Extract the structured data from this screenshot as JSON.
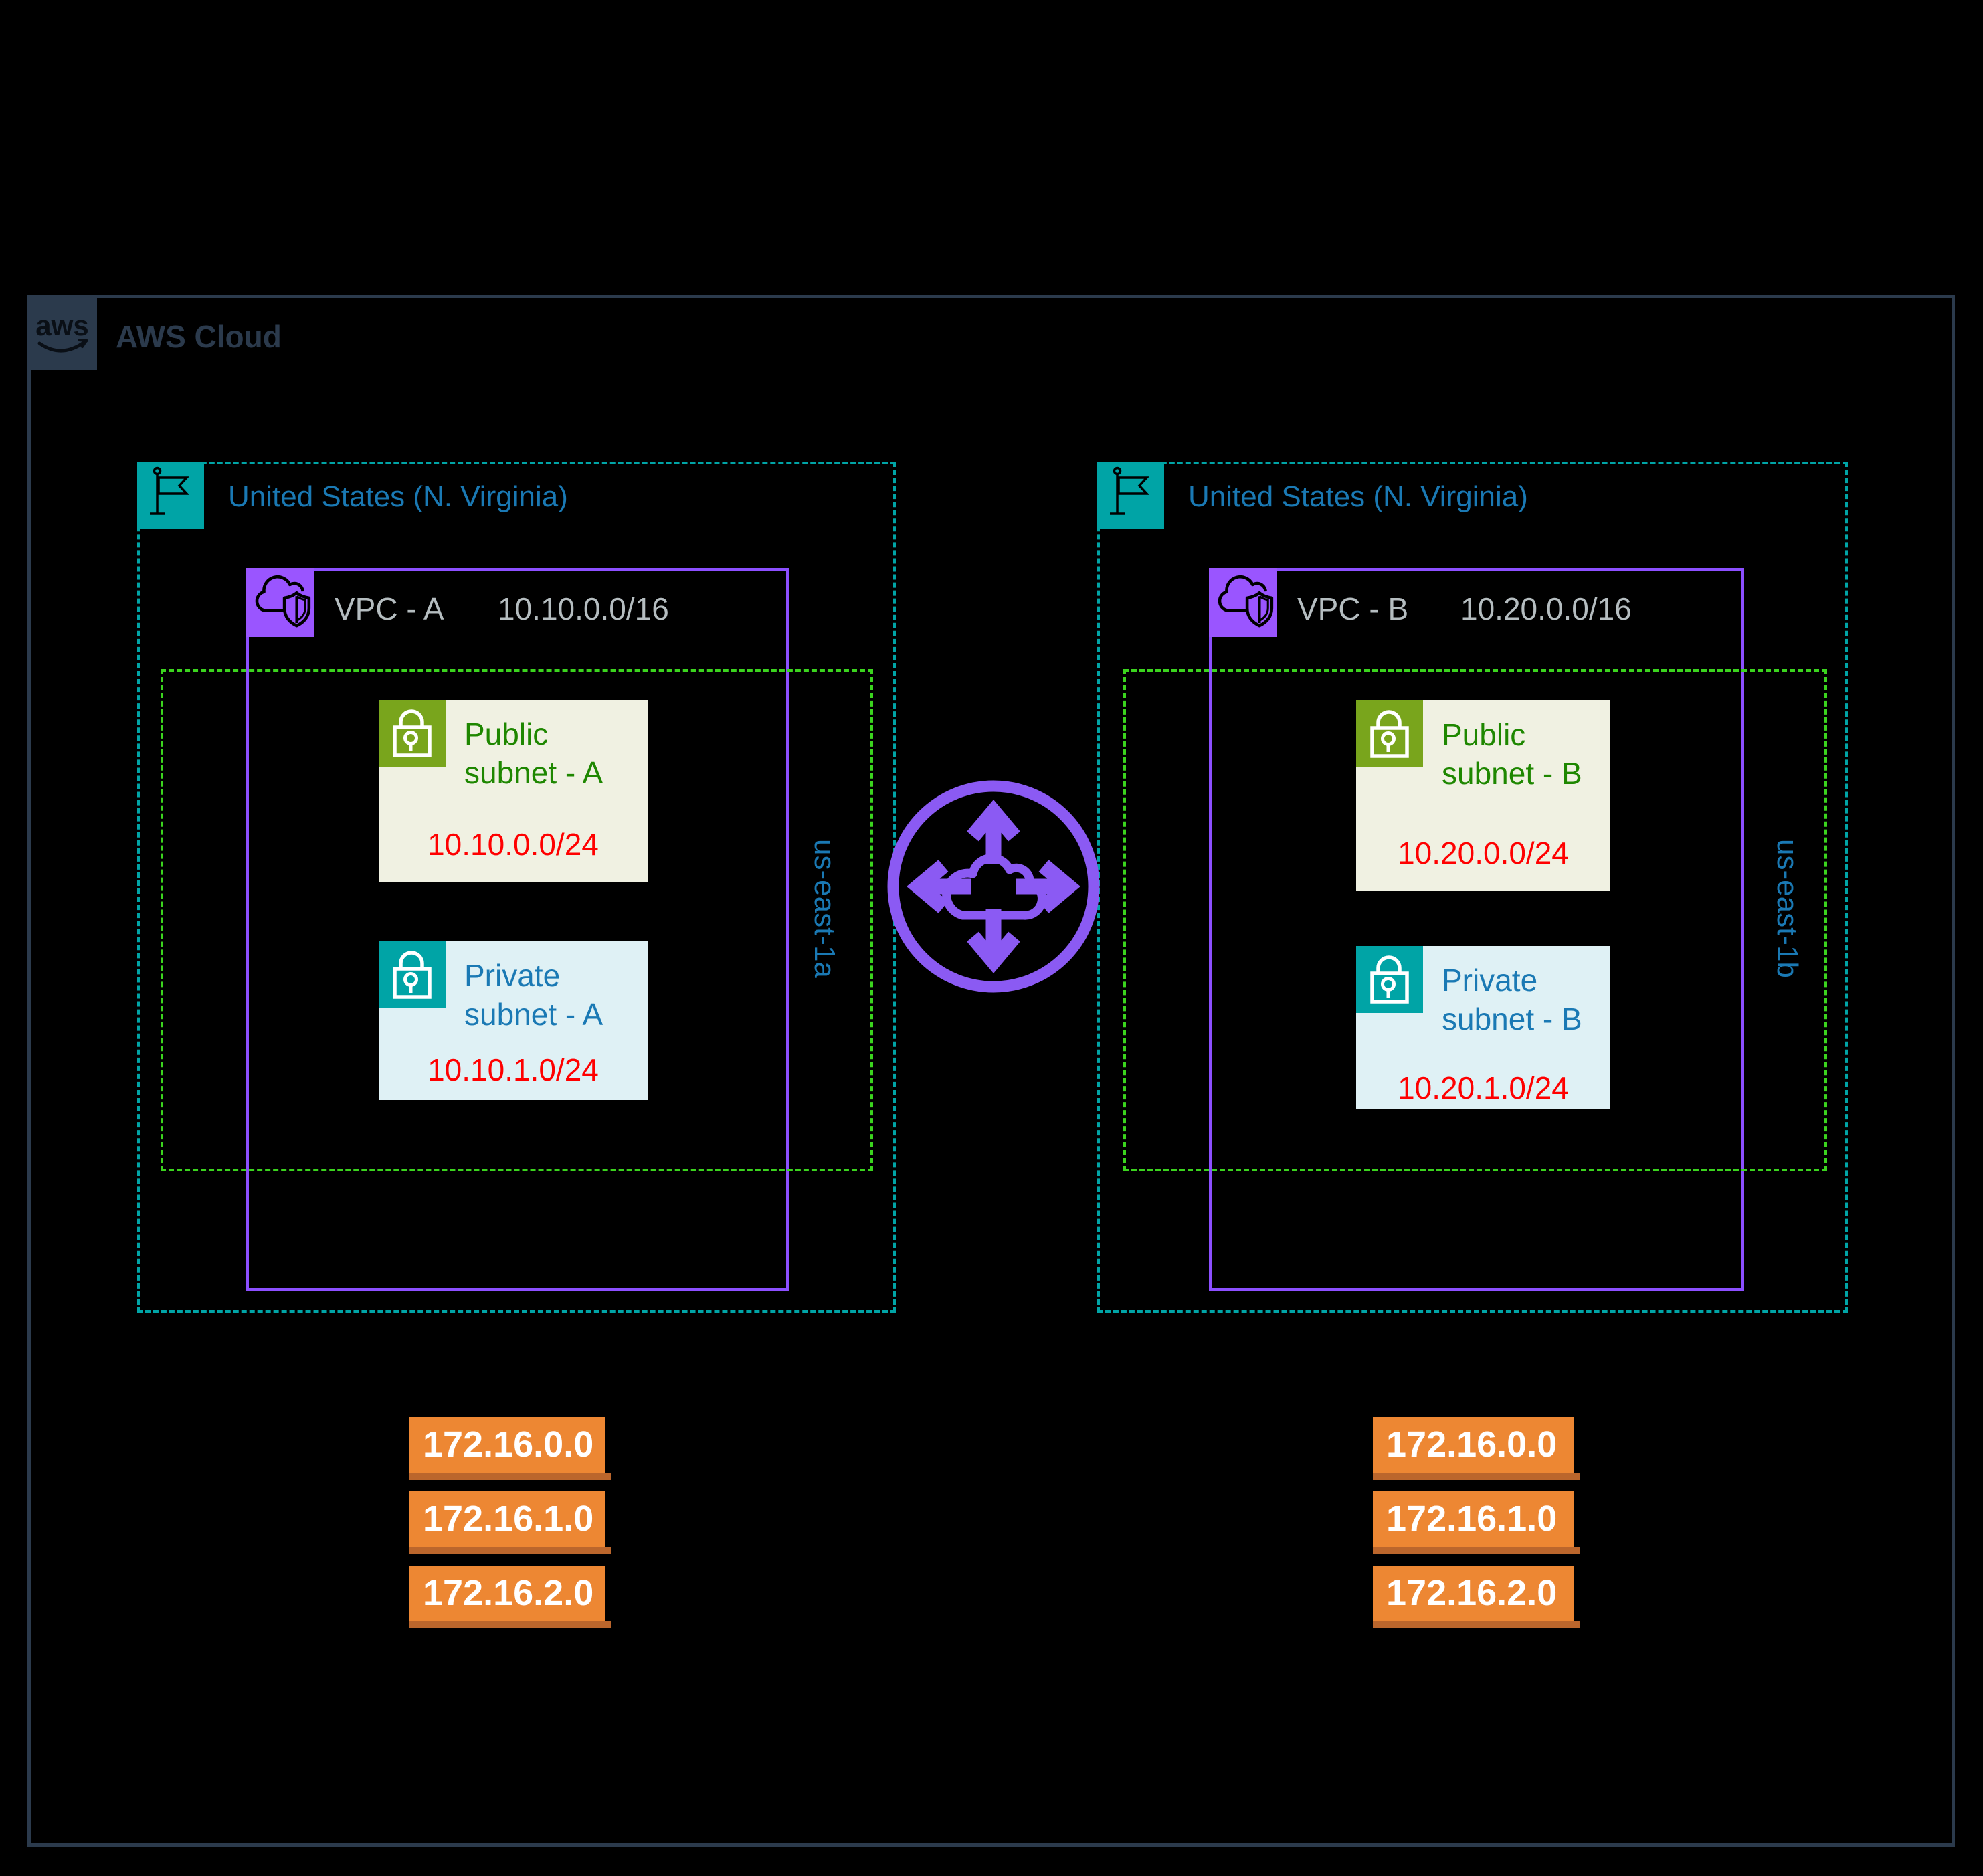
{
  "aws": {
    "logo": "aws",
    "title": "AWS Cloud"
  },
  "regions": [
    {
      "name": "United States (N. Virginia)",
      "vpc": {
        "label": "VPC - A",
        "cidr": "10.10.0.0/16"
      },
      "az": "us-east-1a",
      "public_subnet": {
        "line1": "Public",
        "line2": "subnet - A",
        "cidr": "10.10.0.0/24"
      },
      "private_subnet": {
        "line1": "Private",
        "line2": "subnet - A",
        "cidr": "10.10.1.0/24"
      },
      "routes": [
        "172.16.0.0",
        "172.16.1.0",
        "172.16.2.0"
      ]
    },
    {
      "name": "United States (N. Virginia)",
      "vpc": {
        "label": "VPC - B",
        "cidr": "10.20.0.0/16"
      },
      "az": "us-east-1b",
      "public_subnet": {
        "line1": "Public",
        "line2": "subnet - B",
        "cidr": "10.20.0.0/24"
      },
      "private_subnet": {
        "line1": "Private",
        "line2": "subnet - B",
        "cidr": "10.20.1.0/24"
      },
      "routes": [
        "172.16.0.0",
        "172.16.1.0",
        "172.16.2.0"
      ]
    }
  ],
  "gateway": {
    "type": "transit-gateway"
  },
  "colors": {
    "background": "#000000",
    "aws_outline": "#2b3a4c",
    "region_teal": "#00a4a6",
    "vpc_purple": "#8c4fff",
    "az_green": "#3bd41e",
    "label_blue": "#1a79b4",
    "public_green_text": "#1e8700",
    "public_icon_green": "#79a51c",
    "subnet_public_bg": "#f0f1e2",
    "subnet_private_bg": "#dff1f5",
    "cidr_red": "#ff0000",
    "vpc_label_gray": "#b5bdc0",
    "route_orange": "#ed8733",
    "route_orange_dark": "#bb662c",
    "gateway_purple": "#8b5af3"
  }
}
